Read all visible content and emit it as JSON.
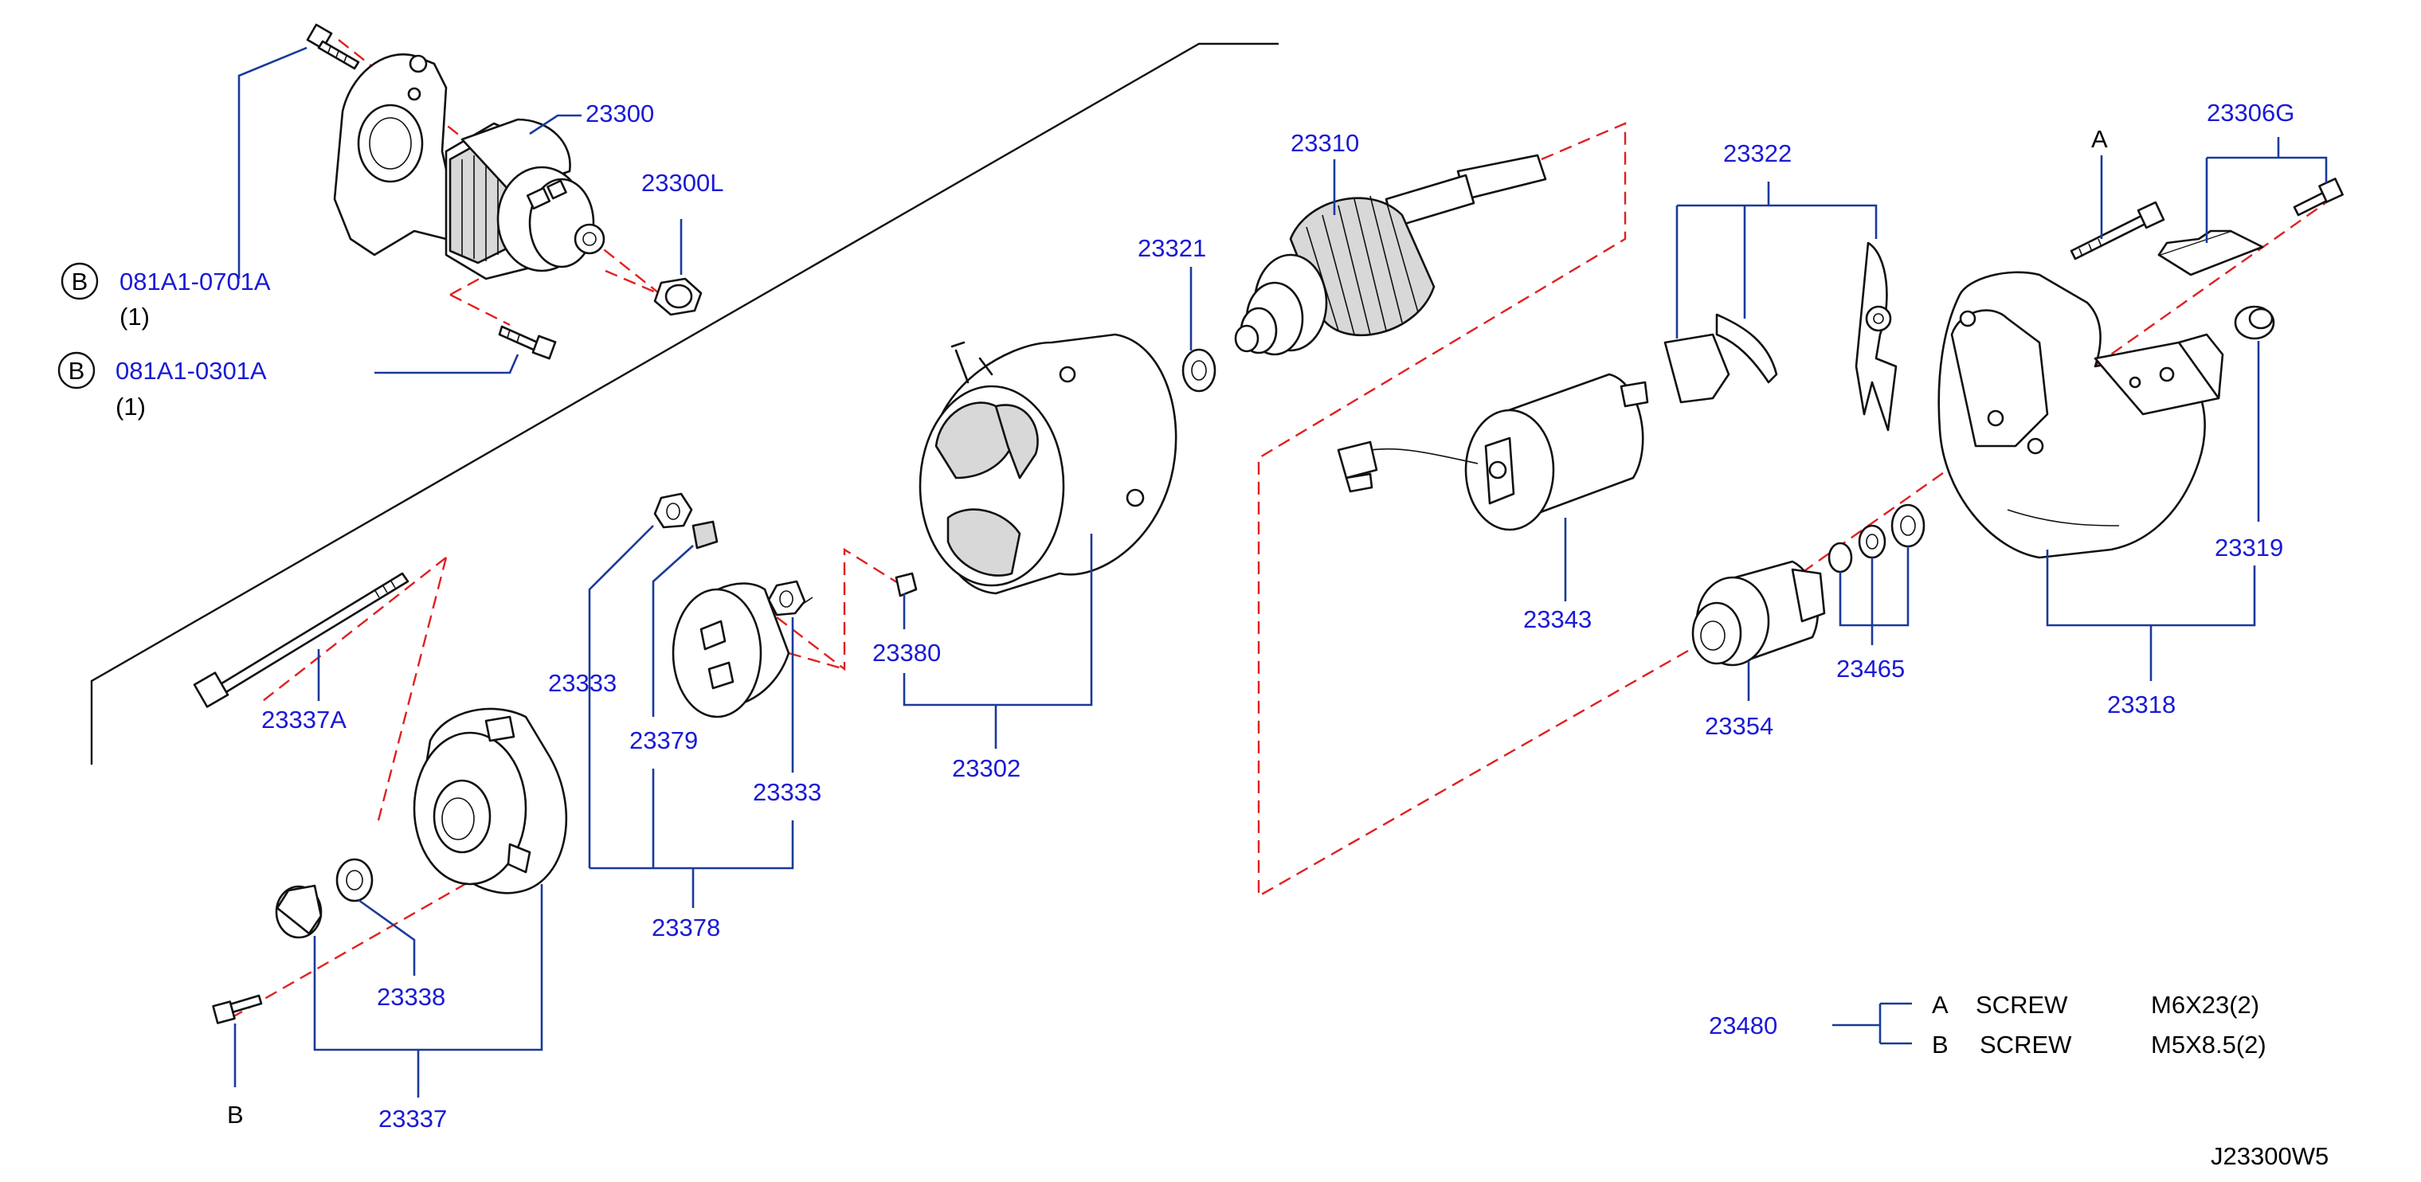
{
  "diagram_id": "J23300W5",
  "labels": {
    "p23300": "23300",
    "p23300L": "23300L",
    "bolt1_code": "081A1-0701A",
    "bolt1_qty": "(1)",
    "bolt2_code": "081A1-0301A",
    "bolt2_qty": "(1)",
    "circle_b": "B",
    "p23310": "23310",
    "p23321": "23321",
    "p23322": "23322",
    "p23306G": "23306G",
    "ref_a": "A",
    "p23343": "23343",
    "p23319": "23319",
    "p23465": "23465",
    "p23318": "23318",
    "p23354": "23354",
    "p23337A": "23337A",
    "p23333_left": "23333",
    "p23379": "23379",
    "p23380": "23380",
    "p23333_right": "23333",
    "p23302": "23302",
    "p23378": "23378",
    "p23338": "23338",
    "p23337": "23337",
    "ref_b": "B",
    "p23480": "23480"
  },
  "legend": {
    "rows": [
      {
        "key": "A",
        "type": "SCREW",
        "spec": "M6X23(2)"
      },
      {
        "key": "B",
        "type": "SCREW",
        "spec": "M5X8.5(2)"
      }
    ]
  },
  "colors": {
    "label_blue": "#1a1ad6",
    "leader_blue": "#1a3a9a",
    "dash_red": "#e02020",
    "line_black": "#111111"
  }
}
